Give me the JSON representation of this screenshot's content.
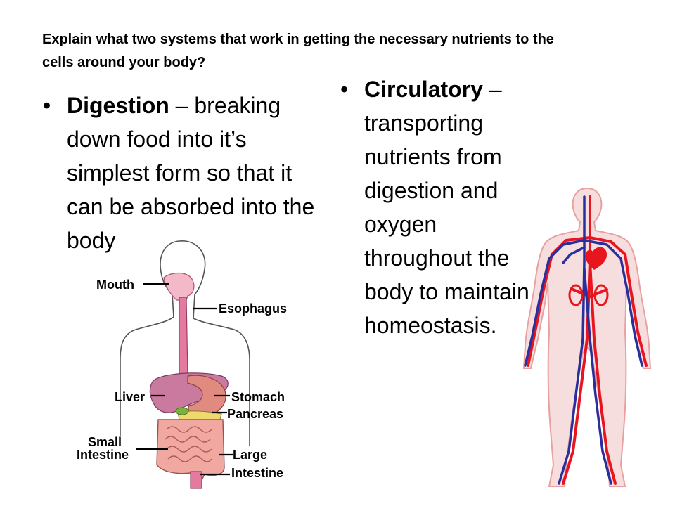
{
  "slide": {
    "question": "Explain what two systems that work in getting the necessary nutrients to the cells around your body?",
    "bullets": [
      {
        "term": "Digestion",
        "text": " – breaking down food into it’s simplest form so that it can be absorbed into the body"
      },
      {
        "term": "Circulatory",
        "text": " – transporting nutrients from digestion and oxygen throughout the body to maintain homeostasis."
      }
    ]
  },
  "digestive_diagram": {
    "labels": {
      "mouth": "Mouth",
      "esophagus": "Esophagus",
      "liver": "Liver",
      "stomach": "Stomach",
      "pancreas": "Pancreas",
      "small_intestine_1": "Small",
      "small_intestine_2": "Intestine",
      "large_intestine_1": "Large",
      "large_intestine_2": "Intestine"
    }
  },
  "colors": {
    "artery": "#e8141e",
    "vein": "#2a2f9e",
    "organ_pink": "#e57aa0",
    "liver": "#c97a9e",
    "skin_outline": "#e8a0a0"
  }
}
